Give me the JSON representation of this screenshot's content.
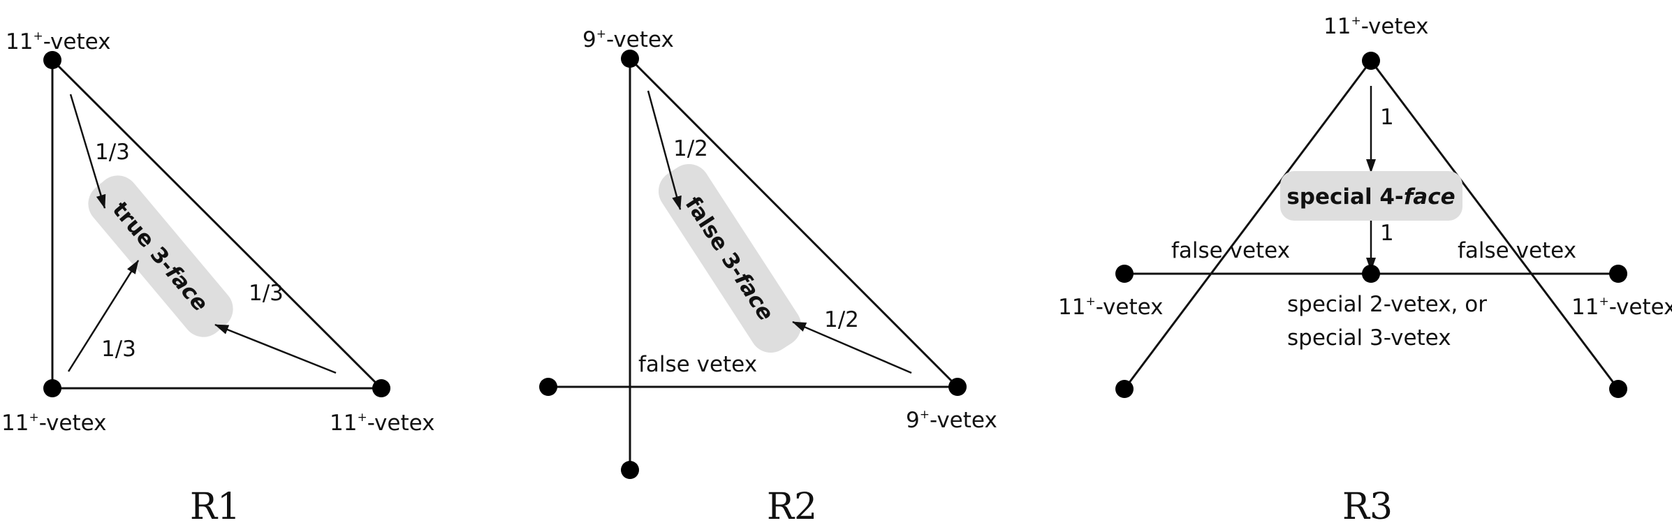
{
  "diagrams": {
    "r1": {
      "title": "R1",
      "top_vertex": {
        "base": "11",
        "sup": "+",
        "suffix": "-vetex"
      },
      "left_vertex": {
        "base": "11",
        "sup": "+",
        "suffix": "-vetex"
      },
      "right_vertex": {
        "base": "11",
        "sup": "+",
        "suffix": "-vetex"
      },
      "face": {
        "prefix": "true 3-",
        "italic": "face"
      },
      "charge_top": "1/3",
      "charge_left": "1/3",
      "charge_right": "1/3"
    },
    "r2": {
      "title": "R2",
      "top_vertex": {
        "base": "9",
        "sup": "+",
        "suffix": "-vetex"
      },
      "right_vertex": {
        "base": "9",
        "sup": "+",
        "suffix": "-vetex"
      },
      "false_vertex_label": "false vetex",
      "face": {
        "prefix": "false 3-",
        "italic": "face"
      },
      "charge_top": "1/2",
      "charge_right": "1/2"
    },
    "r3": {
      "title": "R3",
      "top_vertex": {
        "base": "11",
        "sup": "+",
        "suffix": "-vetex"
      },
      "left_vertex": {
        "base": "11",
        "sup": "+",
        "suffix": "-vetex"
      },
      "right_vertex": {
        "base": "11",
        "sup": "+",
        "suffix": "-vetex"
      },
      "false_left": "false vetex",
      "false_right": "false vetex",
      "face": {
        "prefix": "special 4-",
        "italic": "face"
      },
      "center_label_line1": "special 2-vetex, or",
      "center_label_line2": "special 3-vetex",
      "charge_top": "1",
      "charge_bottom": "1"
    }
  }
}
